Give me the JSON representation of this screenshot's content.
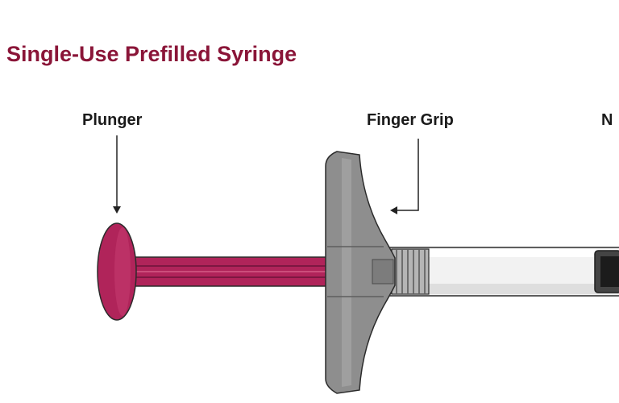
{
  "title": "Single-Use Prefilled Syringe",
  "labels": {
    "plunger": "Plunger",
    "finger_grip": "Finger Grip",
    "needle_cap_partial": "N"
  },
  "colors": {
    "title": "#8a1538",
    "plunger": "#b0245a",
    "plunger_dark": "#7d1741",
    "finger_grip": "#8e8e8e",
    "finger_grip_dark": "#6e6e6e",
    "barrel": "#f2f2f2",
    "outline": "#2b2b2b"
  }
}
